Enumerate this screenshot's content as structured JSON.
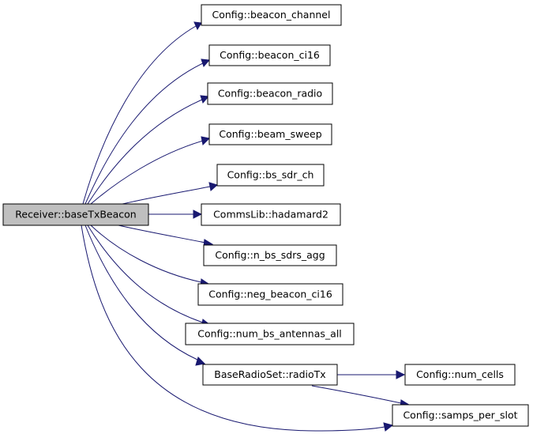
{
  "graph": {
    "colors": {
      "edge": "#191970",
      "root_fill": "#bfbfbf",
      "node_fill": "#ffffff",
      "border": "#000000"
    },
    "root": "Receiver::baseTxBeacon",
    "nodes": {
      "n0": "Receiver::baseTxBeacon",
      "n1": "Config::beacon_channel",
      "n2": "Config::beacon_ci16",
      "n3": "Config::beacon_radio",
      "n4": "Config::beam_sweep",
      "n5": "Config::bs_sdr_ch",
      "n6": "CommsLib::hadamard2",
      "n7": "Config::n_bs_sdrs_agg",
      "n8": "Config::neg_beacon_ci16",
      "n9": "Config::num_bs_antennas_all",
      "n10": "BaseRadioSet::radioTx",
      "n11": "Config::num_cells",
      "n12": "Config::samps_per_slot"
    },
    "edges": [
      {
        "from": "Receiver::baseTxBeacon",
        "to": "Config::beacon_channel"
      },
      {
        "from": "Receiver::baseTxBeacon",
        "to": "Config::beacon_ci16"
      },
      {
        "from": "Receiver::baseTxBeacon",
        "to": "Config::beacon_radio"
      },
      {
        "from": "Receiver::baseTxBeacon",
        "to": "Config::beam_sweep"
      },
      {
        "from": "Receiver::baseTxBeacon",
        "to": "Config::bs_sdr_ch"
      },
      {
        "from": "Receiver::baseTxBeacon",
        "to": "CommsLib::hadamard2"
      },
      {
        "from": "Receiver::baseTxBeacon",
        "to": "Config::n_bs_sdrs_agg"
      },
      {
        "from": "Receiver::baseTxBeacon",
        "to": "Config::neg_beacon_ci16"
      },
      {
        "from": "Receiver::baseTxBeacon",
        "to": "Config::num_bs_antennas_all"
      },
      {
        "from": "Receiver::baseTxBeacon",
        "to": "BaseRadioSet::radioTx"
      },
      {
        "from": "Receiver::baseTxBeacon",
        "to": "Config::samps_per_slot"
      },
      {
        "from": "BaseRadioSet::radioTx",
        "to": "Config::num_cells"
      },
      {
        "from": "BaseRadioSet::radioTx",
        "to": "Config::samps_per_slot"
      }
    ]
  }
}
